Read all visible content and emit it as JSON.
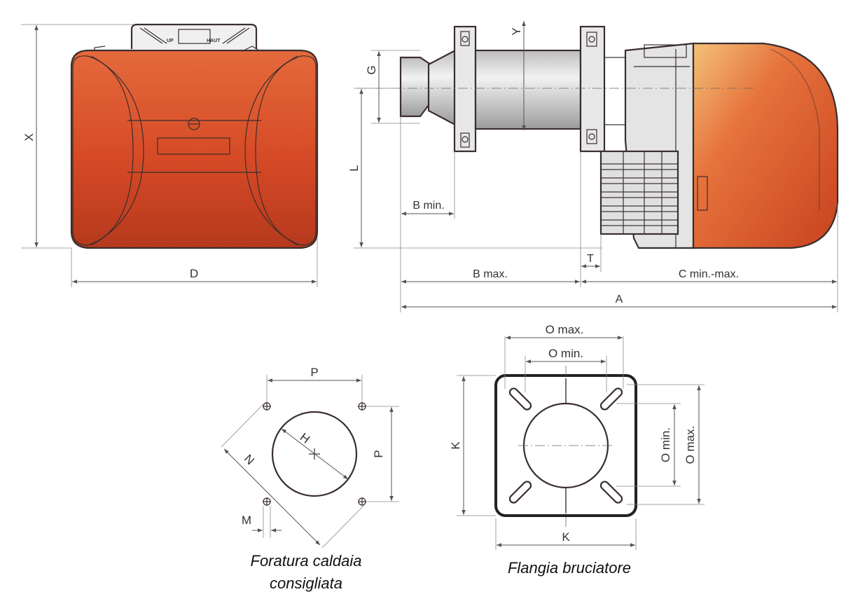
{
  "labels": {
    "x": "X",
    "d": "D",
    "g": "G",
    "y": "Y",
    "l": "L",
    "b_min": "B min.",
    "b_max": "B max.",
    "t": "T",
    "c_minmax": "C min.-max.",
    "a": "A",
    "p_top": "P",
    "p_side": "P",
    "h": "H",
    "n": "N",
    "m": "M",
    "o_max_top": "O max.",
    "o_min_top": "O min.",
    "o_min_side": "O min.",
    "o_max_side": "O max.",
    "k_side": "K",
    "k_bottom": "K"
  },
  "panel_text": {
    "up": "UP",
    "haut": "HAUT"
  },
  "captions": {
    "drilling_line1": "Foratura caldaia",
    "drilling_line2": "consigliata",
    "flange": "Flangia bruciatore"
  },
  "colors": {
    "body_red": "#d9532b",
    "body_dark": "#a83a1e",
    "tube_grey": "#d8d8d8",
    "line": "#3a2e2e"
  }
}
